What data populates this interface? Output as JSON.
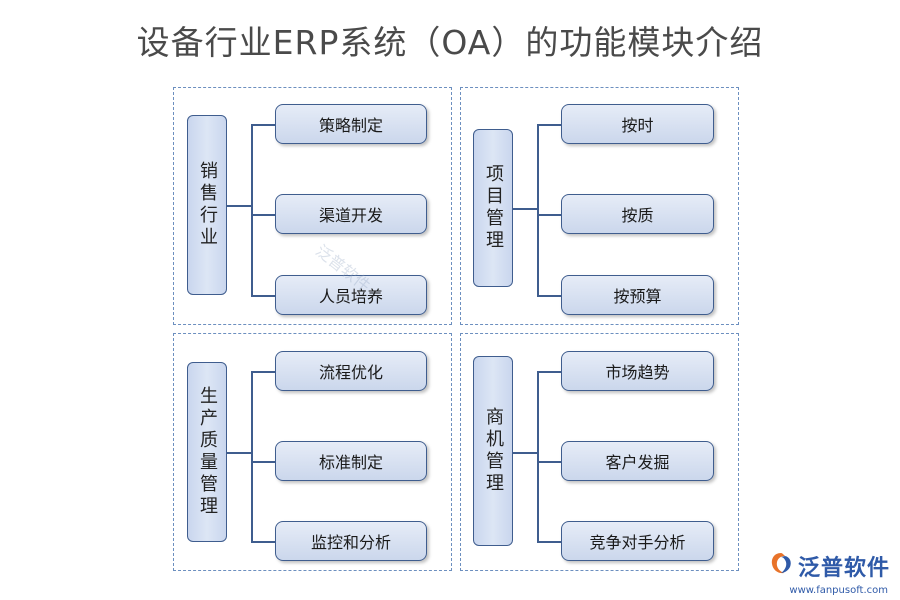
{
  "title": "设备行业ERP系统（OA）的功能模块介绍",
  "quadrants": [
    {
      "category": "销售行业",
      "items": [
        "策略制定",
        "渠道开发",
        "人员培养"
      ]
    },
    {
      "category": "项目管理",
      "items": [
        "按时",
        "按质",
        "按预算"
      ]
    },
    {
      "category": "生产质量管理",
      "items": [
        "流程优化",
        "标准制定",
        "监控和分析"
      ]
    },
    {
      "category": "商机管理",
      "items": [
        "市场趋势",
        "客户发掘",
        "竞争对手分析"
      ]
    }
  ],
  "logo": {
    "name": "泛普软件",
    "url": "www.fanpusoft.com",
    "icon": "fanpu-logo-icon"
  },
  "watermark": "泛普软件",
  "colors": {
    "border": "#3f5d8e",
    "box_fill": "#cbd7ec",
    "dash": "#6c8fbf",
    "logo": "#2f5aa8"
  }
}
